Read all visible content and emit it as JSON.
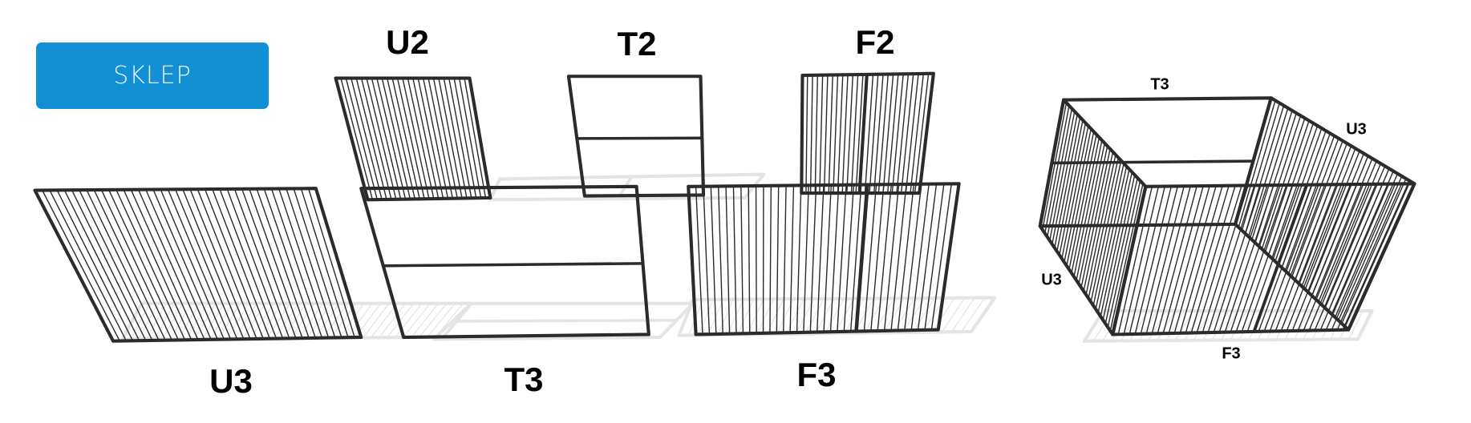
{
  "button": {
    "label": "SKLEP",
    "color": "#138fd5"
  },
  "labels": {
    "u2": "U2",
    "t2": "T2",
    "f2": "F2",
    "u3": "U3",
    "t3": "T3",
    "f3": "F3"
  },
  "assembly_labels": {
    "top": "T3",
    "right": "U3",
    "left": "U3",
    "bottom": "F3"
  },
  "colors": {
    "frame": "#2b2b2b",
    "shadow": "#e4e4e4"
  }
}
